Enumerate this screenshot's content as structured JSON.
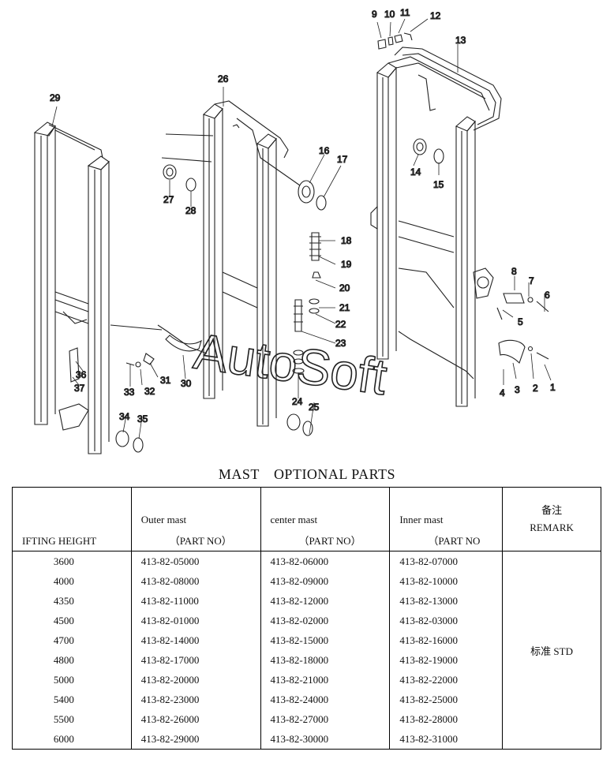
{
  "diagram": {
    "callouts": [
      "1",
      "2",
      "3",
      "4",
      "5",
      "6",
      "7",
      "8",
      "9",
      "10",
      "11",
      "12",
      "13",
      "14",
      "15",
      "16",
      "17",
      "18",
      "19",
      "20",
      "21",
      "22",
      "23",
      "24",
      "25",
      "26",
      "27",
      "28",
      "29",
      "30",
      "31",
      "32",
      "33",
      "34",
      "35",
      "36",
      "37"
    ],
    "watermark": "AutoSoft"
  },
  "title": {
    "left": "MAST",
    "right": "OPTIONAL PARTS"
  },
  "headers": {
    "lifting_height": "IFTING HEIGHT",
    "outer": "Outer mast",
    "center": "center mast",
    "inner": "Inner mast",
    "part_no": "（PART NO）",
    "part_no_inner": "（PART NO",
    "remark_cn": "备注",
    "remark_en": "REMARK"
  },
  "remark_value": "标准 STD",
  "rows": [
    {
      "height": "3600",
      "outer": "413-82-05000",
      "center": "413-82-06000",
      "inner": "413-82-07000"
    },
    {
      "height": "4000",
      "outer": "413-82-08000",
      "center": "413-82-09000",
      "inner": "413-82-10000"
    },
    {
      "height": "4350",
      "outer": "413-82-11000",
      "center": "413-82-12000",
      "inner": "413-82-13000"
    },
    {
      "height": "4500",
      "outer": "413-82-01000",
      "center": "413-82-02000",
      "inner": "413-82-03000"
    },
    {
      "height": "4700",
      "outer": "413-82-14000",
      "center": "413-82-15000",
      "inner": "413-82-16000"
    },
    {
      "height": "4800",
      "outer": "413-82-17000",
      "center": "413-82-18000",
      "inner": "413-82-19000"
    },
    {
      "height": "5000",
      "outer": "413-82-20000",
      "center": "413-82-21000",
      "inner": "413-82-22000"
    },
    {
      "height": "5400",
      "outer": "413-82-23000",
      "center": "413-82-24000",
      "inner": "413-82-25000"
    },
    {
      "height": "5500",
      "outer": "413-82-26000",
      "center": "413-82-27000",
      "inner": "413-82-28000"
    },
    {
      "height": "6000",
      "outer": "413-82-29000",
      "center": "413-82-30000",
      "inner": "413-82-31000"
    }
  ]
}
